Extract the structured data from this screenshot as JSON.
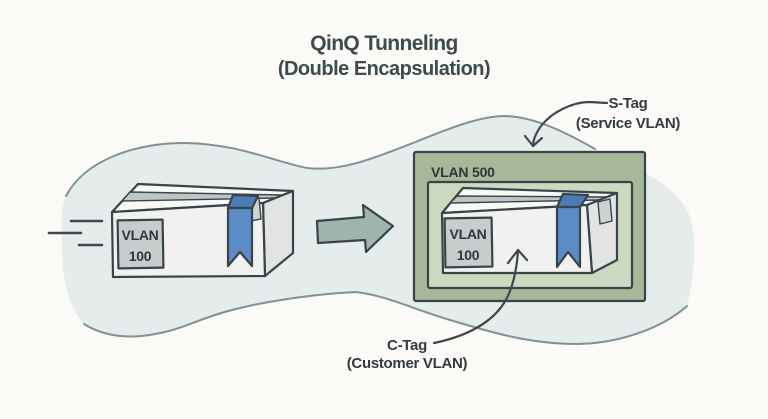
{
  "title": {
    "line1": "QinQ Tunneling",
    "line2": "(Double Encapsulation)"
  },
  "flow": {
    "original_packet": {
      "label": [
        "VLAN",
        "100"
      ]
    },
    "encapsulated_packet": {
      "outer_label": "VLAN 500",
      "inner_label": [
        "VLAN",
        "100"
      ]
    }
  },
  "annotations": {
    "s_tag": {
      "line1": "S-Tag",
      "line2": "(Service VLAN)"
    },
    "c_tag": {
      "line1": "C-Tag",
      "line2": "(Customer VLAN)"
    }
  },
  "colors": {
    "page_bg": "#fbfaf6",
    "tunnel_fill": "#e6eceb",
    "tunnel_line": "#7e9298",
    "ink": "#39444a",
    "box_front": "#f1f2f0",
    "box_top": "#f8f8f5",
    "box_side": "#e2e4e2",
    "box_stripe": "#bfc5c6",
    "box_tab": "#ced3d2",
    "label_fill": "#c7cccd",
    "ribbon_front": "#5b8cc7",
    "ribbon_top": "#4a7db8",
    "arrow_fill": "#9fb4ac",
    "frame_outer": "#a7b899",
    "frame_inner": "#ccd9c1",
    "text_dark": "#313d43",
    "title_color": "#3d4a52"
  }
}
